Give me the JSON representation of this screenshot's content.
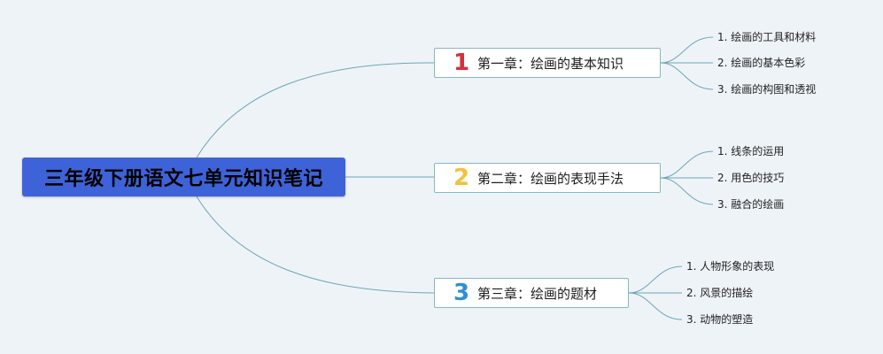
{
  "root": {
    "title": "三年级下册语文七单元知识笔记"
  },
  "chapters": [
    {
      "number": "1",
      "number_color": "#d6303c",
      "title": "第一章：绘画的基本知识",
      "topics": [
        "1. 绘画的工具和材料",
        "2. 绘画的基本色彩",
        "3. 绘画的构图和透视"
      ]
    },
    {
      "number": "2",
      "number_color": "#f2c23b",
      "title": "第二章：绘画的表现手法",
      "topics": [
        "1. 线条的运用",
        "2. 用色的技巧",
        "3. 融合的绘画"
      ]
    },
    {
      "number": "3",
      "number_color": "#2e8fd8",
      "title": "第三章：绘画的题材",
      "topics": [
        "1. 人物形象的表现",
        "2. 风景的描绘",
        "3. 动物的塑造"
      ]
    }
  ],
  "colors": {
    "background": "#eef3f8",
    "root_fill": "#3e63d8",
    "line": "#6aa7b3"
  }
}
